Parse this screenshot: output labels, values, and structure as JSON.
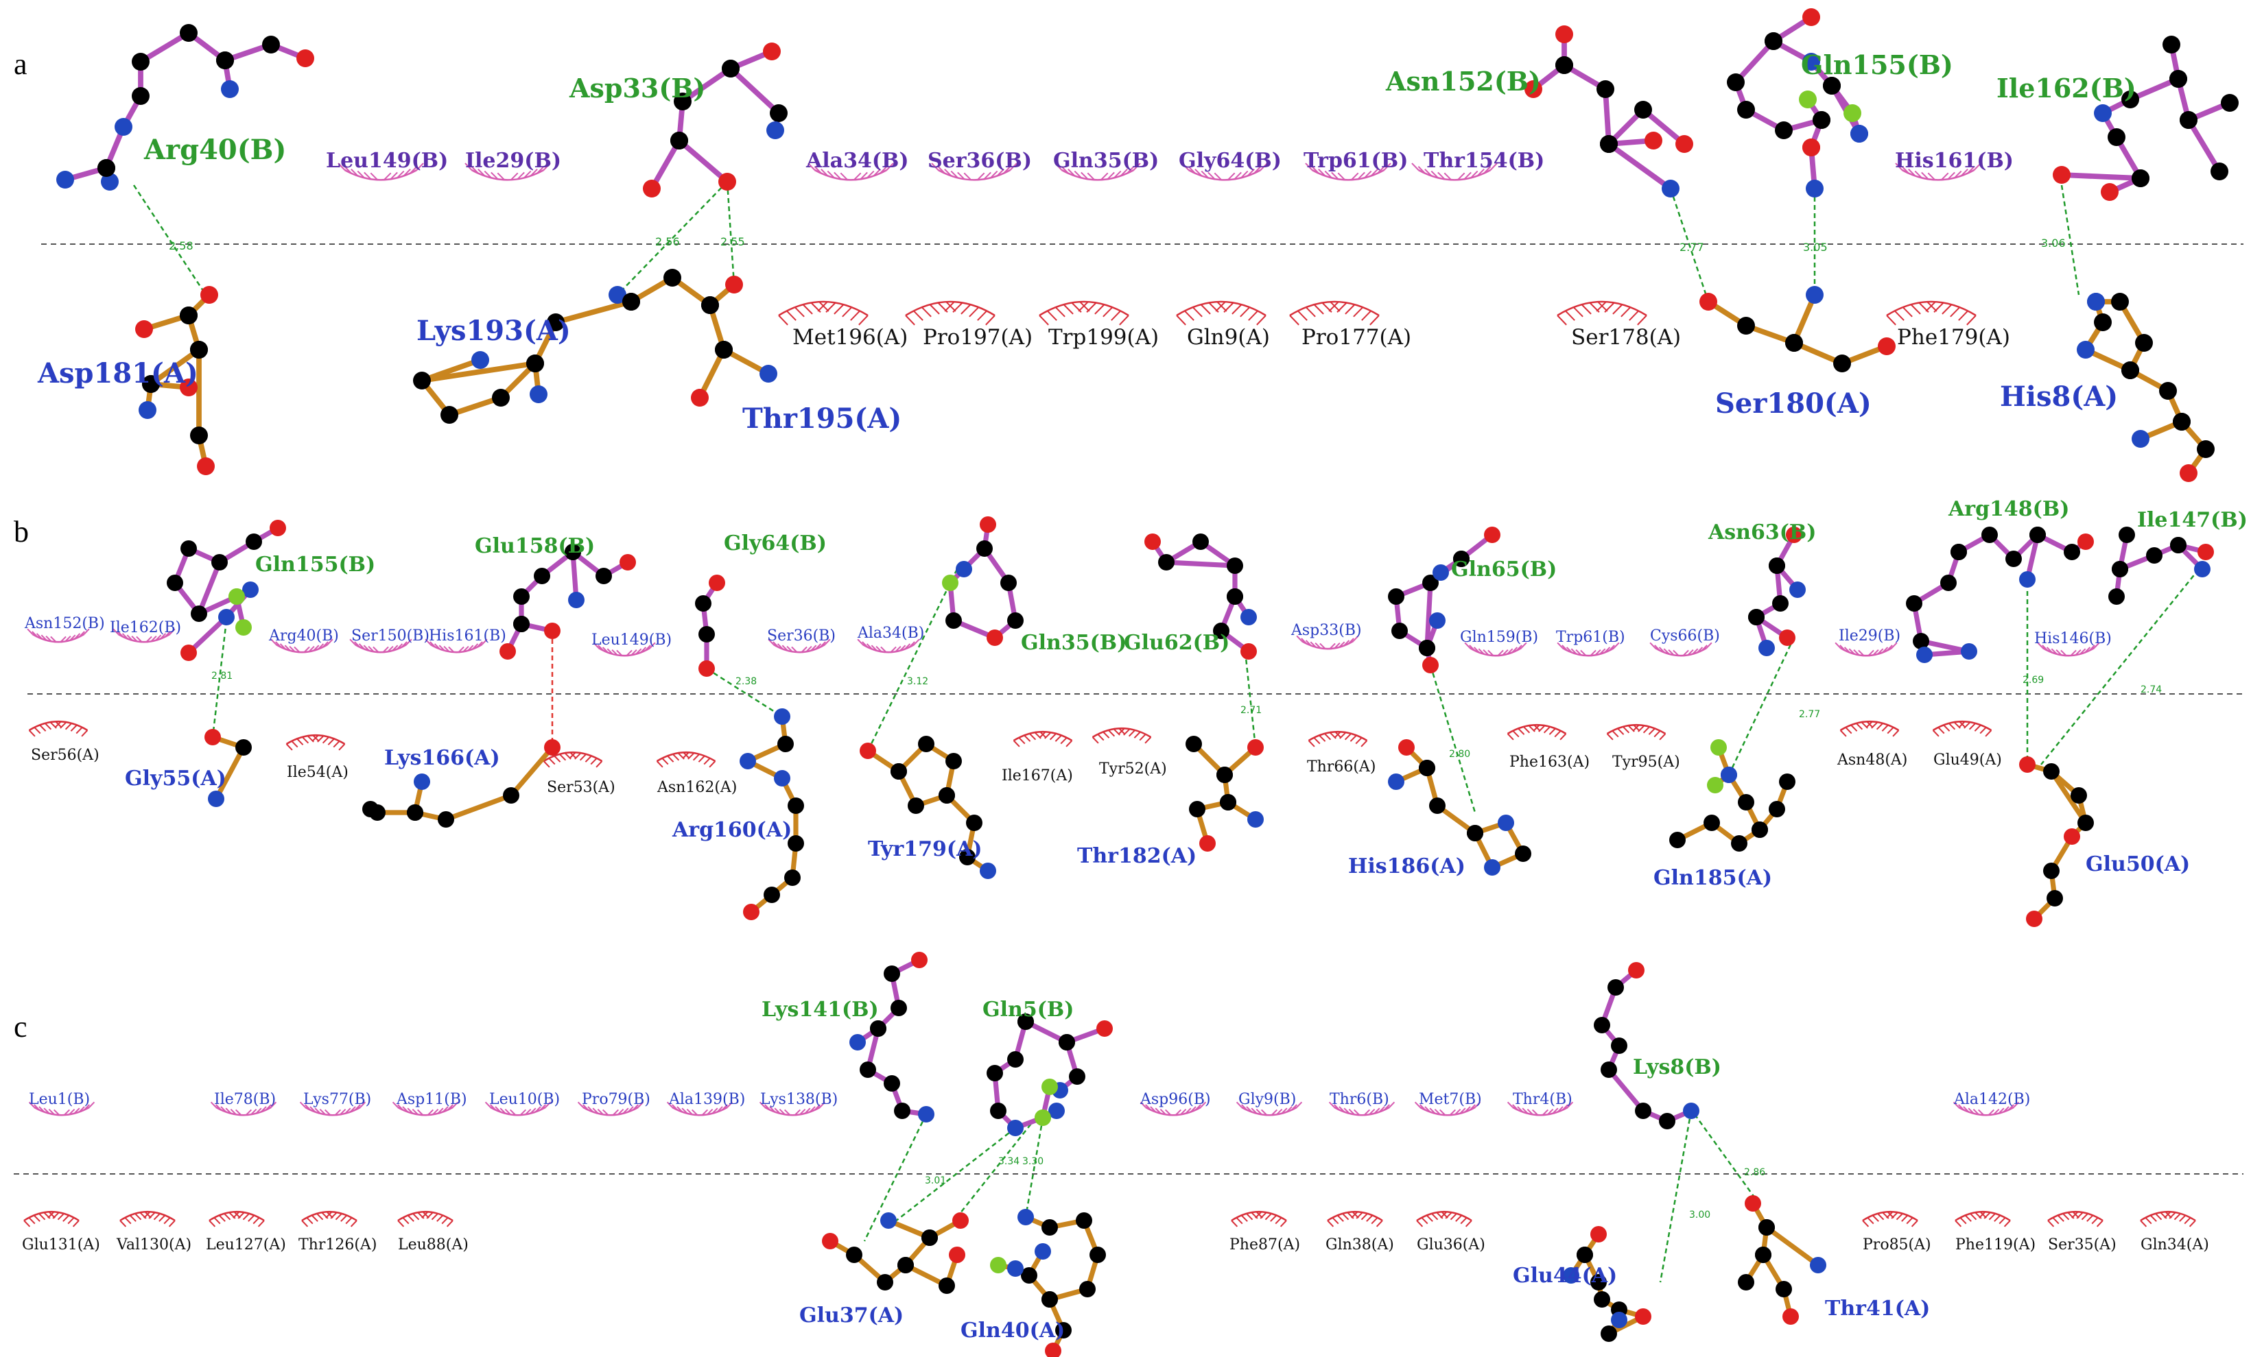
{
  "colors": {
    "green_label": "#2e9a2e",
    "blue_label": "#2a3ec2",
    "pink_label": "#5b2fa8",
    "black_label": "#111111",
    "bond_B": "#b24fb8",
    "bond_A": "#c9851e",
    "hbond": "#1f9a2a",
    "salt_bridge": "#e0352f",
    "contact_B": "#d65bb0",
    "contact_A": "#d8303a",
    "atom_C": "#000000",
    "atom_N": "#2048c0",
    "atom_O": "#e02020",
    "atom_X": "#7ecb2a"
  },
  "panels": {
    "a": {
      "letter": "a",
      "residues_B_hbond": [
        "Arg40(B)",
        "Asp33(B)",
        "Asn152(B)",
        "Gln155(B)",
        "Ile162(B)"
      ],
      "residues_B_contact": [
        "Leu149(B)",
        "Ile29(B)",
        "Ala34(B)",
        "Ser36(B)",
        "Gln35(B)",
        "Gly64(B)",
        "Trp61(B)",
        "Thr154(B)",
        "His161(B)"
      ],
      "residues_A_hbond": [
        "Asp181(A)",
        "Lys193(A)",
        "Thr195(A)",
        "Ser180(A)",
        "His8(A)"
      ],
      "residues_A_contact": [
        "Met196(A)",
        "Pro197(A)",
        "Trp199(A)",
        "Gln9(A)",
        "Pro177(A)",
        "Ser178(A)",
        "Phe179(A)"
      ],
      "distances": [
        "2.58",
        "2.56",
        "2.55",
        "2.77",
        "3.05",
        "3.06"
      ]
    },
    "b": {
      "letter": "b",
      "residues_B_hbond": [
        "Gln155(B)",
        "Glu158(B)",
        "Gly64(B)",
        "Gln35(B)",
        "Glu62(B)",
        "Gln65(B)",
        "Asn63(B)",
        "Arg148(B)",
        "Ile147(B)"
      ],
      "residues_B_contact": [
        "Asn152(B)",
        "Ile162(B)",
        "Arg40(B)",
        "Ser150(B)",
        "His161(B)",
        "Leu149(B)",
        "Ser36(B)",
        "Ala34(B)",
        "Asp33(B)",
        "Gln159(B)",
        "Trp61(B)",
        "Cys66(B)",
        "Ile29(B)",
        "His146(B)"
      ],
      "residues_A_hbond": [
        "Gly55(A)",
        "Lys166(A)",
        "Arg160(A)",
        "Tyr179(A)",
        "Thr182(A)",
        "His186(A)",
        "Gln185(A)",
        "Glu50(A)"
      ],
      "residues_A_contact": [
        "Ser56(A)",
        "Ile54(A)",
        "Ser53(A)",
        "Asn162(A)",
        "Ile167(A)",
        "Tyr52(A)",
        "Thr66(A)",
        "Phe163(A)",
        "Tyr95(A)",
        "Asn48(A)",
        "Glu49(A)"
      ],
      "distances": [
        "2.81",
        "2.38",
        "3.12",
        "2.71",
        "2.80",
        "2.77",
        "2.69",
        "2.74"
      ]
    },
    "c": {
      "letter": "c",
      "residues_B_hbond": [
        "Lys141(B)",
        "Gln5(B)",
        "Lys8(B)"
      ],
      "residues_B_contact": [
        "Leu1(B)",
        "Ile78(B)",
        "Lys77(B)",
        "Asp11(B)",
        "Leu10(B)",
        "Pro79(B)",
        "Ala139(B)",
        "Lys138(B)",
        "Asp96(B)",
        "Gly9(B)",
        "Thr6(B)",
        "Met7(B)",
        "Thr4(B)",
        "Ala142(B)"
      ],
      "residues_A_hbond": [
        "Glu37(A)",
        "Gln40(A)",
        "Glu44(A)",
        "Thr41(A)"
      ],
      "residues_A_contact": [
        "Glu131(A)",
        "Val130(A)",
        "Leu127(A)",
        "Thr126(A)",
        "Leu88(A)",
        "Phe87(A)",
        "Gln38(A)",
        "Glu36(A)",
        "Pro85(A)",
        "Phe119(A)",
        "Ser35(A)",
        "Gln34(A)"
      ],
      "distances": [
        "3.01",
        "3.34",
        "3.30",
        "3.00",
        "2.86"
      ]
    }
  }
}
